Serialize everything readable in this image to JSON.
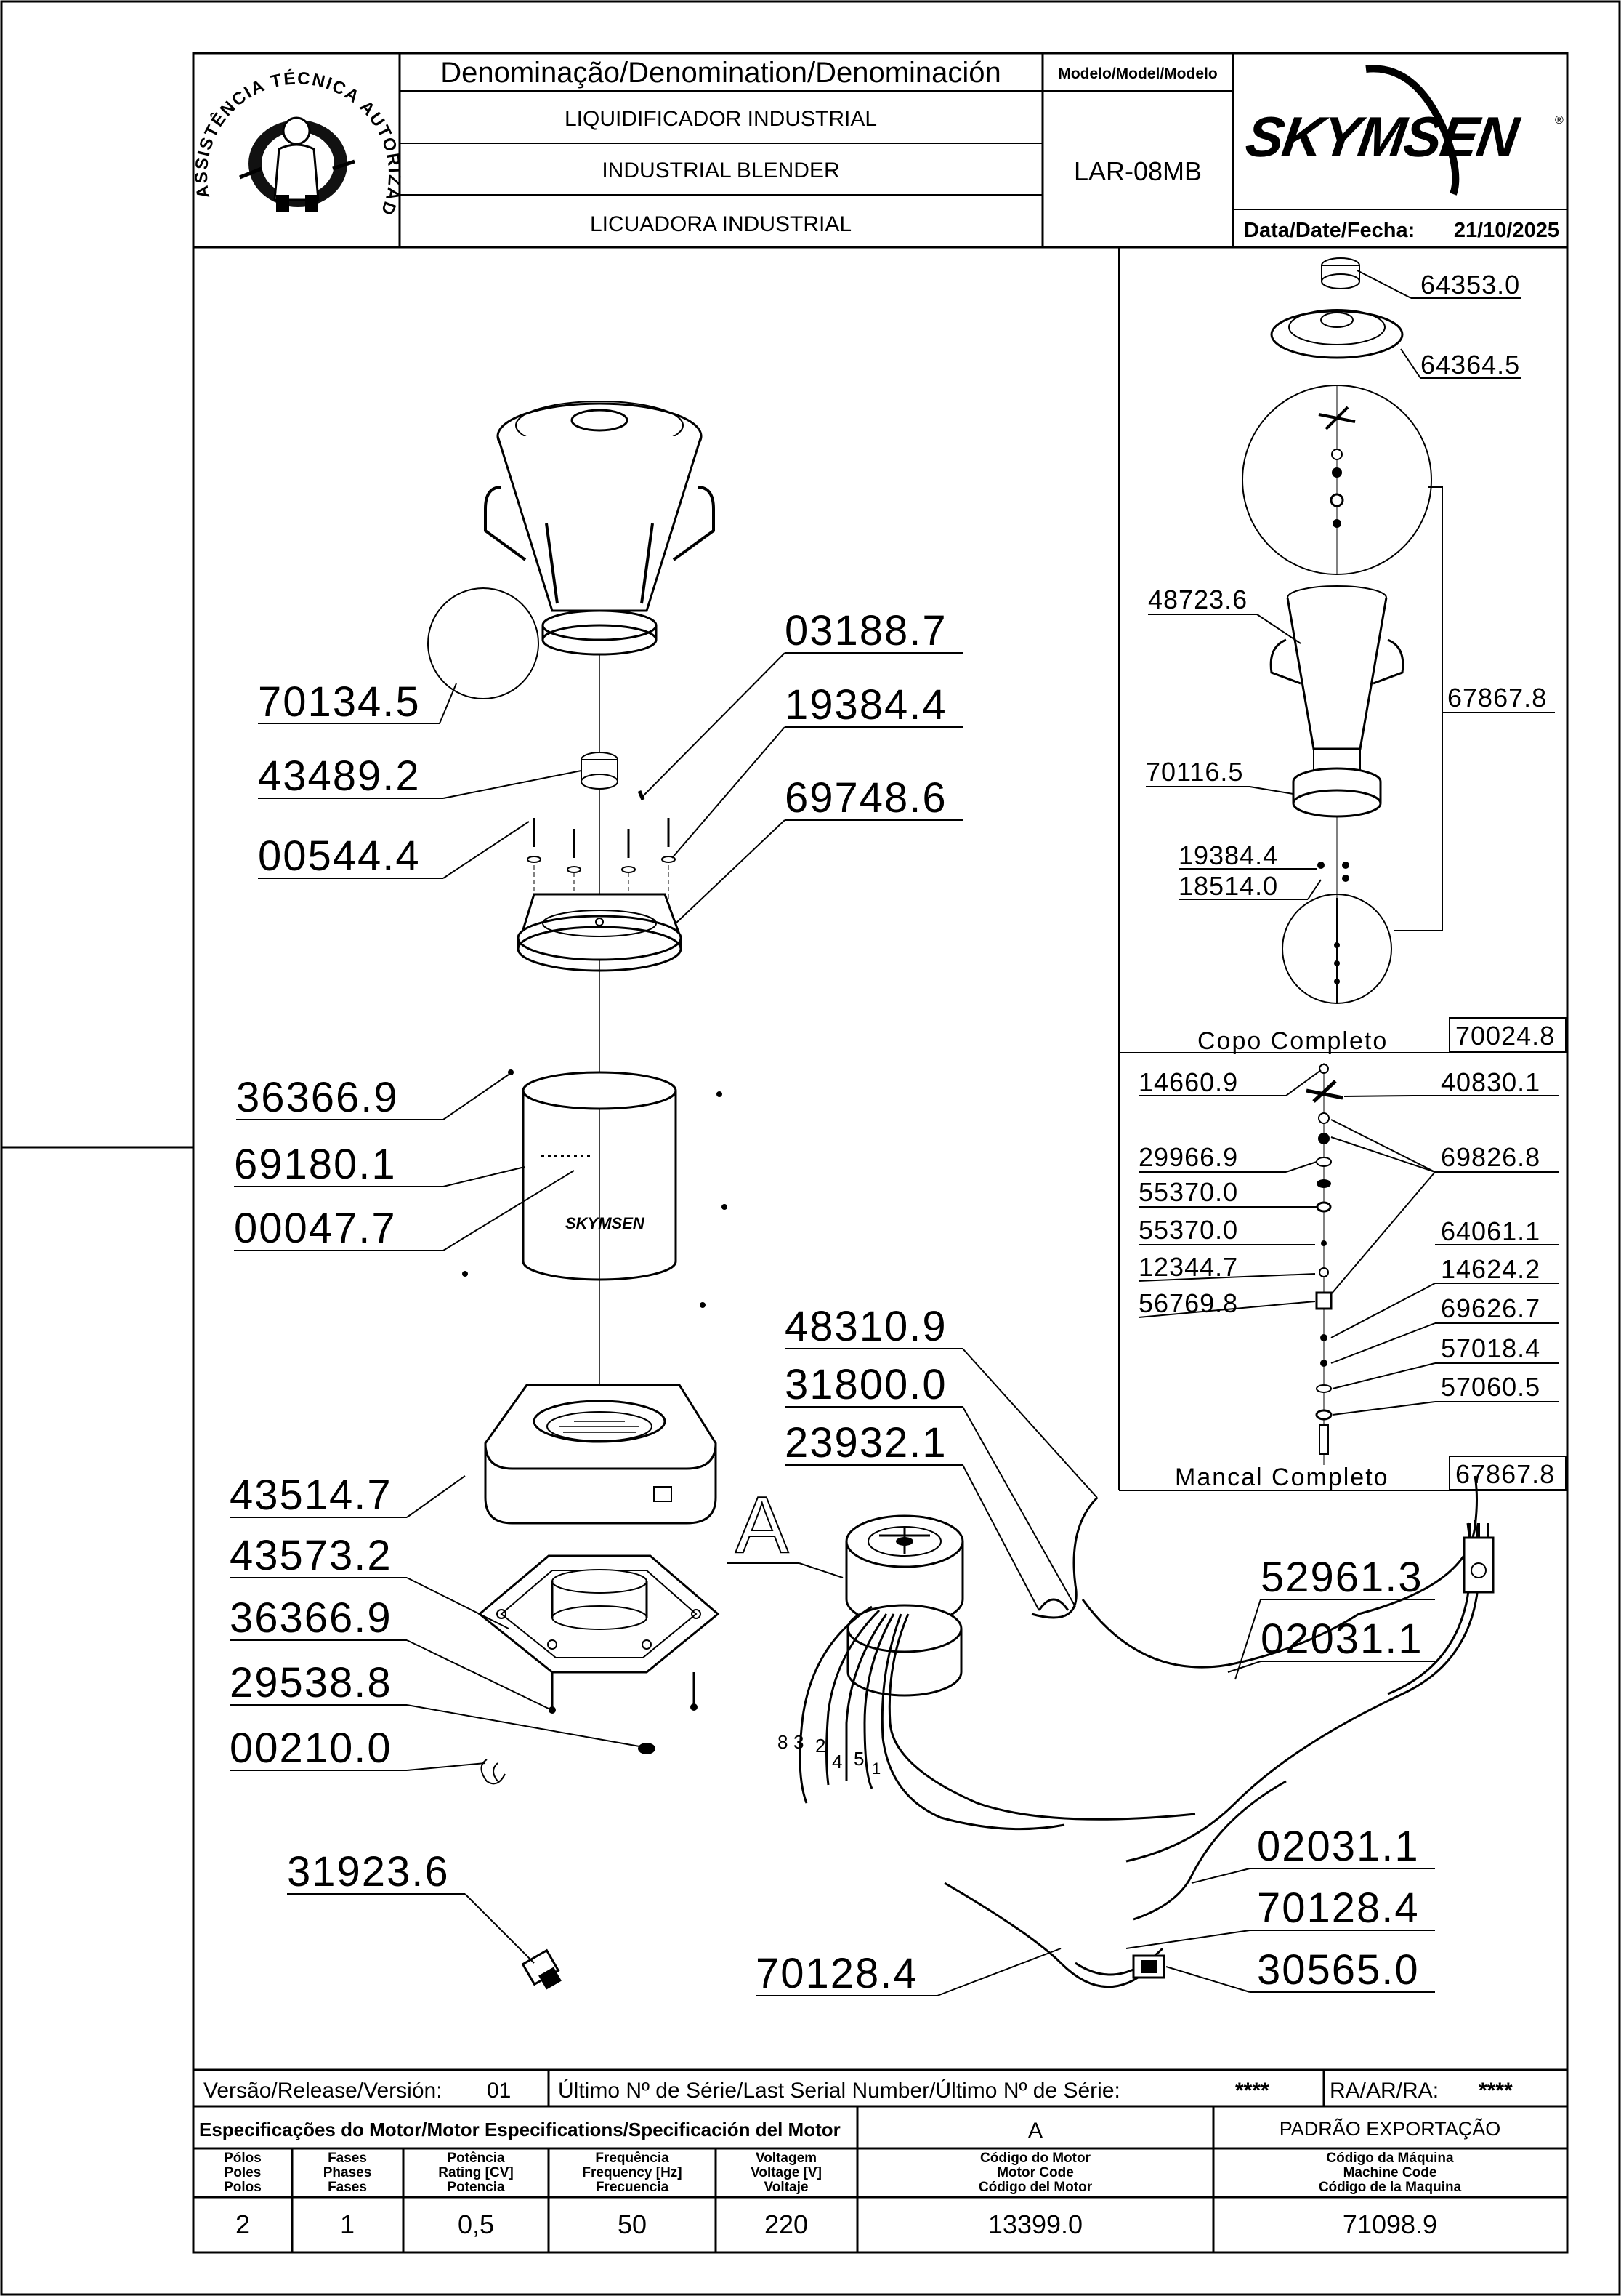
{
  "header": {
    "denomination_title": "Denominação/Denomination/Denominación",
    "name_pt": "LIQUIDIFICADOR INDUSTRIAL",
    "name_en": "INDUSTRIAL BLENDER",
    "name_es": "LICUADORA INDUSTRIAL",
    "model_label": "Modelo/Model/Modelo",
    "model_value": "LAR-08MB",
    "brand": "SKYMSEN",
    "date_label": "Data/Date/Fecha:",
    "date_value": "21/10/2025",
    "stamp_text": "ASSISTÊNCIA TÉCNICA AUTORIZADA"
  },
  "main_parts": [
    {
      "code": "70134.5"
    },
    {
      "code": "43489.2"
    },
    {
      "code": "00544.4"
    },
    {
      "code": "03188.7"
    },
    {
      "code": "19384.4"
    },
    {
      "code": "69748.6"
    },
    {
      "code": "36366.9"
    },
    {
      "code": "69180.1"
    },
    {
      "code": "00047.7"
    },
    {
      "code": "43514.7"
    },
    {
      "code": "43573.2"
    },
    {
      "code": "36366.9"
    },
    {
      "code": "29538.8"
    },
    {
      "code": "00210.0"
    },
    {
      "code": "31923.6"
    },
    {
      "code": "48310.9"
    },
    {
      "code": "31800.0"
    },
    {
      "code": "23932.1"
    },
    {
      "code": "52961.3"
    },
    {
      "code": "02031.1"
    },
    {
      "code": "02031.1"
    },
    {
      "code": "70128.4"
    },
    {
      "code": "30565.0"
    },
    {
      "code": "70128.4"
    }
  ],
  "detail_marker": "A",
  "wire_numbers": [
    "8",
    "3",
    "2",
    "4",
    "5",
    "1"
  ],
  "copo_panel": {
    "parts": [
      "64353.0",
      "64364.5",
      "48723.6",
      "67867.8",
      "70116.5",
      "19384.4",
      "18514.0"
    ],
    "title": "Copo Completo",
    "code": "70024.8"
  },
  "mancal_panel": {
    "parts": [
      "14660.9",
      "40830.1",
      "29966.9",
      "69826.8",
      "55370.0",
      "55370.0",
      "64061.1",
      "12344.7",
      "14624.2",
      "56769.8",
      "69626.7",
      "57018.4",
      "57060.5"
    ],
    "title": "Mancal Completo",
    "code": "67867.8"
  },
  "footer": {
    "version_label": "Versão/Release/Versión:",
    "version_value": "01",
    "serial_label": "Último Nº de Série/Last Serial Number/Último Nº de Série:",
    "serial_value": "****",
    "ra_label": "RA/AR/RA:",
    "ra_value": "****",
    "motor_spec_label": "Especificações do Motor/Motor Especifications/Specificación del Motor",
    "motor_letter": "A",
    "export_label": "PADRÃO EXPORTAÇÃO",
    "columns": [
      {
        "l1": "Pólos",
        "l2": "Poles",
        "l3": "Polos",
        "value": "2"
      },
      {
        "l1": "Fases",
        "l2": "Phases",
        "l3": "Fases",
        "value": "1"
      },
      {
        "l1": "Potência",
        "l2": "Rating [CV]",
        "l3": "Potencia",
        "value": "0,5"
      },
      {
        "l1": "Frequência",
        "l2": "Frequency [Hz]",
        "l3": "Frecuencia",
        "value": "50"
      },
      {
        "l1": "Voltagem",
        "l2": "Voltage [V]",
        "l3": "Voltaje",
        "value": "220"
      },
      {
        "l1": "Código do Motor",
        "l2": "Motor Code",
        "l3": "Código del Motor",
        "value": "13399.0"
      },
      {
        "l1": "Código da Máquina",
        "l2": "Machine Code",
        "l3": "Código de la Maquina",
        "value": "71098.9"
      }
    ]
  }
}
